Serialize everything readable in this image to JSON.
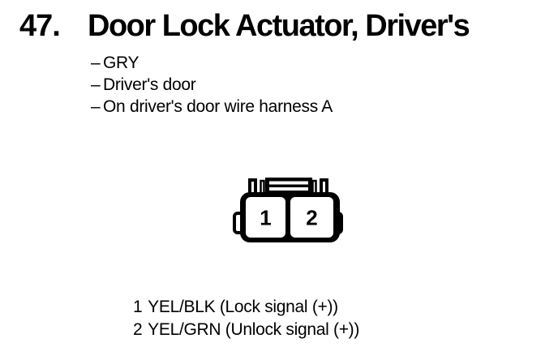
{
  "page": {
    "item_number": "47.",
    "title": "Door Lock Actuator, Driver's"
  },
  "details": {
    "bullet": "–",
    "items": [
      "GRY",
      "Driver's door",
      "On driver's door wire harness A"
    ]
  },
  "connector": {
    "description": "2-cavity connector, face view",
    "cavities": [
      "1",
      "2"
    ]
  },
  "pins": [
    {
      "number": "1",
      "wire_color": "YEL/BLK",
      "description": "(Lock signal (+))"
    },
    {
      "number": "2",
      "wire_color": "YEL/GRN",
      "description": "(Unlock signal (+))"
    }
  ],
  "colors": {
    "ink": "#000000",
    "background": "#ffffff"
  }
}
